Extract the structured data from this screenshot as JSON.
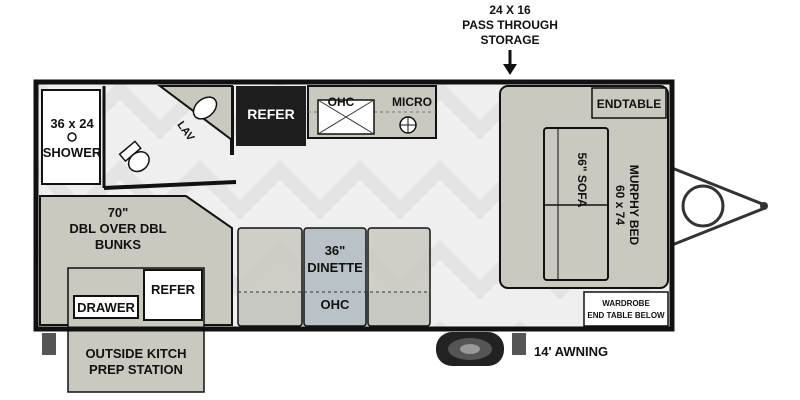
{
  "labels": {
    "storage_line1": "24 X 16",
    "storage_line2": "PASS THROUGH",
    "storage_line3": "STORAGE",
    "shower_line1": "36 x 24",
    "shower_line2": "SHOWER",
    "lav": "LAV",
    "refer_kitchen": "REFER",
    "ohc_kitchen": "OHC",
    "micro": "MICRO",
    "endtable": "ENDTABLE",
    "bed_line1": "MURPHY BED",
    "bed_line2": "60 x 74",
    "sofa": "56\" SOFA",
    "bunks_line1": "70\"",
    "bunks_line2": "DBL OVER DBL",
    "bunks_line3": "BUNKS",
    "dinette_line1": "36\"",
    "dinette_line2": "DINETTE",
    "ohc_dinette": "OHC",
    "refer_outside": "REFER",
    "drawer": "DRAWER",
    "outside_line1": "OUTSIDE KITCH",
    "outside_line2": "PREP STATION",
    "wardrobe_line1": "WARDROBE",
    "wardrobe_line2": "END TABLE BELOW",
    "awning": "14' AWNING"
  },
  "colors": {
    "wall": "#111111",
    "floor": "#efefef",
    "furniture": "#c9c9bf",
    "cabinet": "#b9c2c6",
    "fixture": "#ffffff",
    "refer": "#1e1e1e"
  },
  "icons": {
    "storage_arrow": "down-arrow-icon",
    "toilet": "toilet-icon",
    "sink": "sink-icon",
    "stove": "stove-icon",
    "tire": "tire-icon",
    "hitch": "a-frame-hitch-icon"
  }
}
